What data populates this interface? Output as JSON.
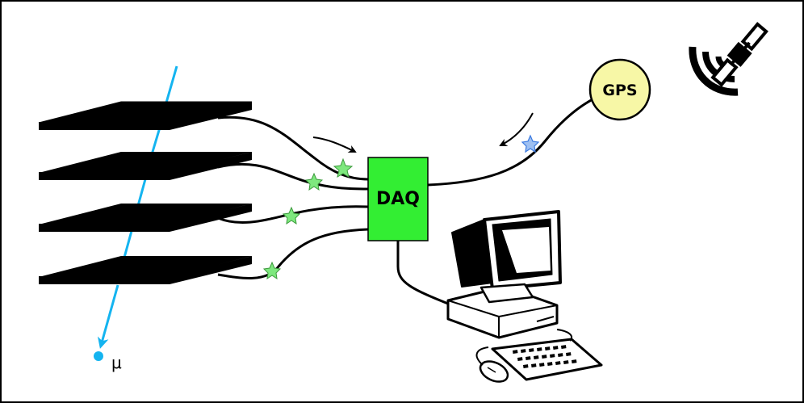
{
  "labels": {
    "daq": "DAQ",
    "gps": "GPS",
    "muon": "μ"
  },
  "colors": {
    "daq_box": "#33ee33",
    "gps_circle": "#f7f7a6",
    "muon_track": "#14b4f0",
    "green_star": "#7ee87e",
    "blue_star": "#3b7ae0",
    "detector_plate": "#000000",
    "wire": "#000000"
  },
  "icons": {
    "satellite": "satellite-signal-icon",
    "computer": "desktop-computer-icon",
    "mouse": "mouse-icon",
    "keyboard": "keyboard-icon"
  }
}
